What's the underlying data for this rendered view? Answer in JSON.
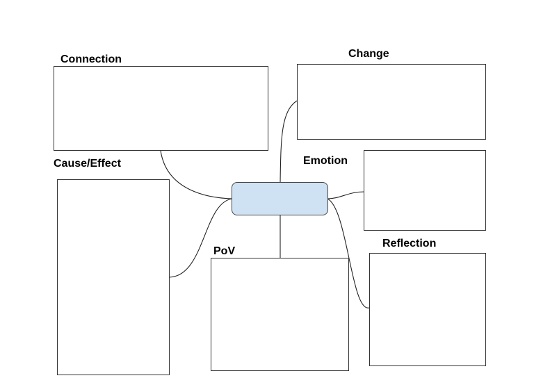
{
  "diagram": {
    "hub_color": "#cfe2f3",
    "nodes": {
      "connection": {
        "label": "Connection"
      },
      "change": {
        "label": "Change"
      },
      "cause_effect": {
        "label": "Cause/Effect"
      },
      "emotion": {
        "label": "Emotion"
      },
      "pov": {
        "label": "PoV"
      },
      "reflection": {
        "label": "Reflection"
      }
    }
  }
}
